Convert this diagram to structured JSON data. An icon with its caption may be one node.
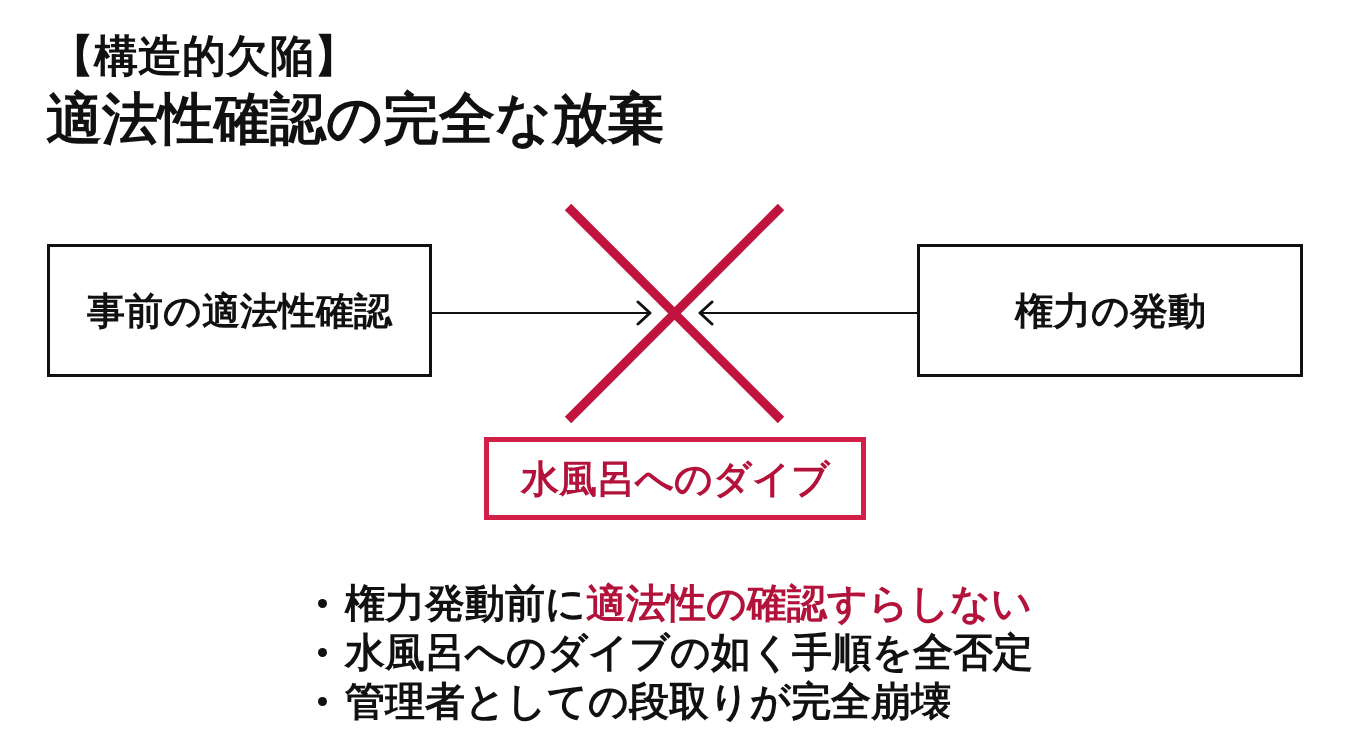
{
  "diagram": {
    "title": "適法性確認の完全な放棄",
    "nodes": [
      {
        "text": [
          "事前の適法性確認"
        ]
      },
      {
        "text": [
          "権力の発動"
        ]
      },
      {
        "text": [],
        "shape": "cross"
      },
      {
        "text": [
          "水風呂へのダイブ"
        ]
      }
    ],
    "edges": [
      {
        "from": 0,
        "to": 2,
        "arrow": "to"
      },
      {
        "from": 1,
        "to": 2,
        "arrow": "to"
      }
    ],
    "labels": [
      "【構造的欠陥】",
      "権力発動前に**適法性の確認すらしない**",
      "水風呂へのダイブの如く手順を全否定",
      "管理者としての段取りが完全崩壊"
    ]
  }
}
